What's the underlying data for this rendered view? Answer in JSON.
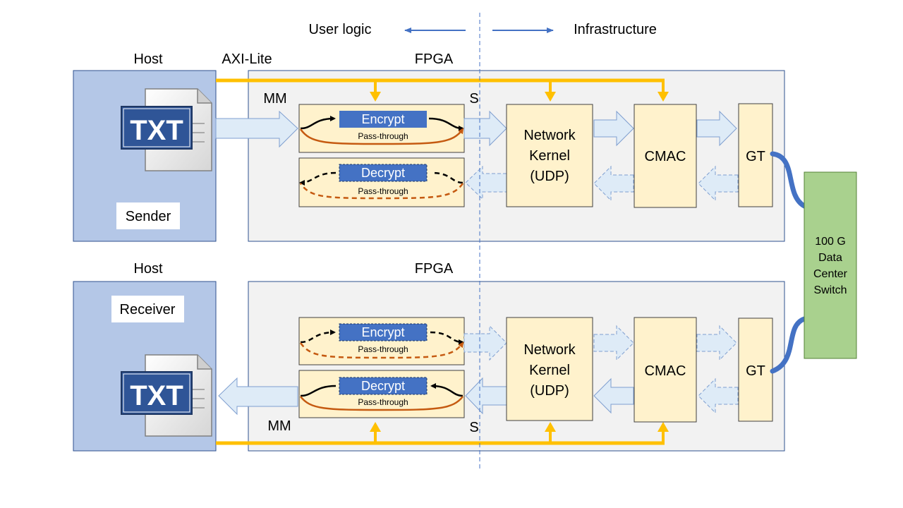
{
  "legend": {
    "left": "User logic",
    "right": "Infrastructure"
  },
  "sender": {
    "host_label": "Host",
    "fpga_label": "FPGA",
    "role": "Sender",
    "axi_label": "AXI-Lite",
    "mm_label": "MM",
    "s_label": "S",
    "file_label": "TXT",
    "encrypt": {
      "label": "Encrypt",
      "sub": "Pass-through"
    },
    "decrypt": {
      "label": "Decrypt",
      "sub": "Pass-through"
    },
    "network": {
      "line1": "Network",
      "line2": "Kernel",
      "line3": "(UDP)"
    },
    "cmac": "CMAC",
    "gt": "GT"
  },
  "receiver": {
    "host_label": "Host",
    "fpga_label": "FPGA",
    "role": "Receiver",
    "mm_label": "MM",
    "s_label": "S",
    "file_label": "TXT",
    "encrypt": {
      "label": "Encrypt",
      "sub": "Pass-through"
    },
    "decrypt": {
      "label": "Decrypt",
      "sub": "Pass-through"
    },
    "network": {
      "line1": "Network",
      "line2": "Kernel",
      "line3": "(UDP)"
    },
    "cmac": "CMAC",
    "gt": "GT"
  },
  "switch": {
    "line1": "100 G",
    "line2": "Data",
    "line3": "Center",
    "line4": "Switch"
  },
  "colors": {
    "host_fill": "#b4c7e7",
    "fpga_fill": "#f2f2f2",
    "block_fill": "#fff2cc",
    "switch_fill": "#a9d18e",
    "axi_bus": "#ffc000",
    "cable": "#4472c4",
    "crypto_fill": "#4472c4",
    "arrow_fill": "#deebf7",
    "arrow_stroke": "#7f9fd0",
    "pass_line": "#c55a11"
  },
  "icons": {
    "file": "text-file-icon"
  }
}
